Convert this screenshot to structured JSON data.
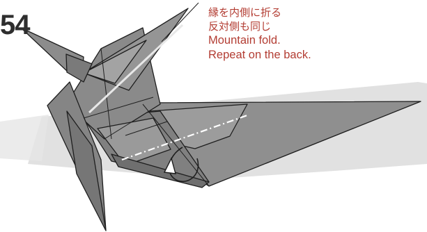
{
  "step": {
    "number": "54"
  },
  "instructions": {
    "jp_line1": "縁を内側に折る",
    "jp_line2": "反対側も同じ",
    "en_line1": "Mountain fold.",
    "en_line2": "Repeat on the back."
  },
  "colors": {
    "paper": "#8c8c8c",
    "paper_light": "#a3a3a3",
    "paper_dark": "#6f6f6f",
    "outline": "#1e1e1e",
    "instruction_text": "#b33d33",
    "backdrop_band": "#d9d9d9"
  },
  "symbols": {
    "fold_line": "mountain-fold-line",
    "arrow": "fold-arrow"
  }
}
